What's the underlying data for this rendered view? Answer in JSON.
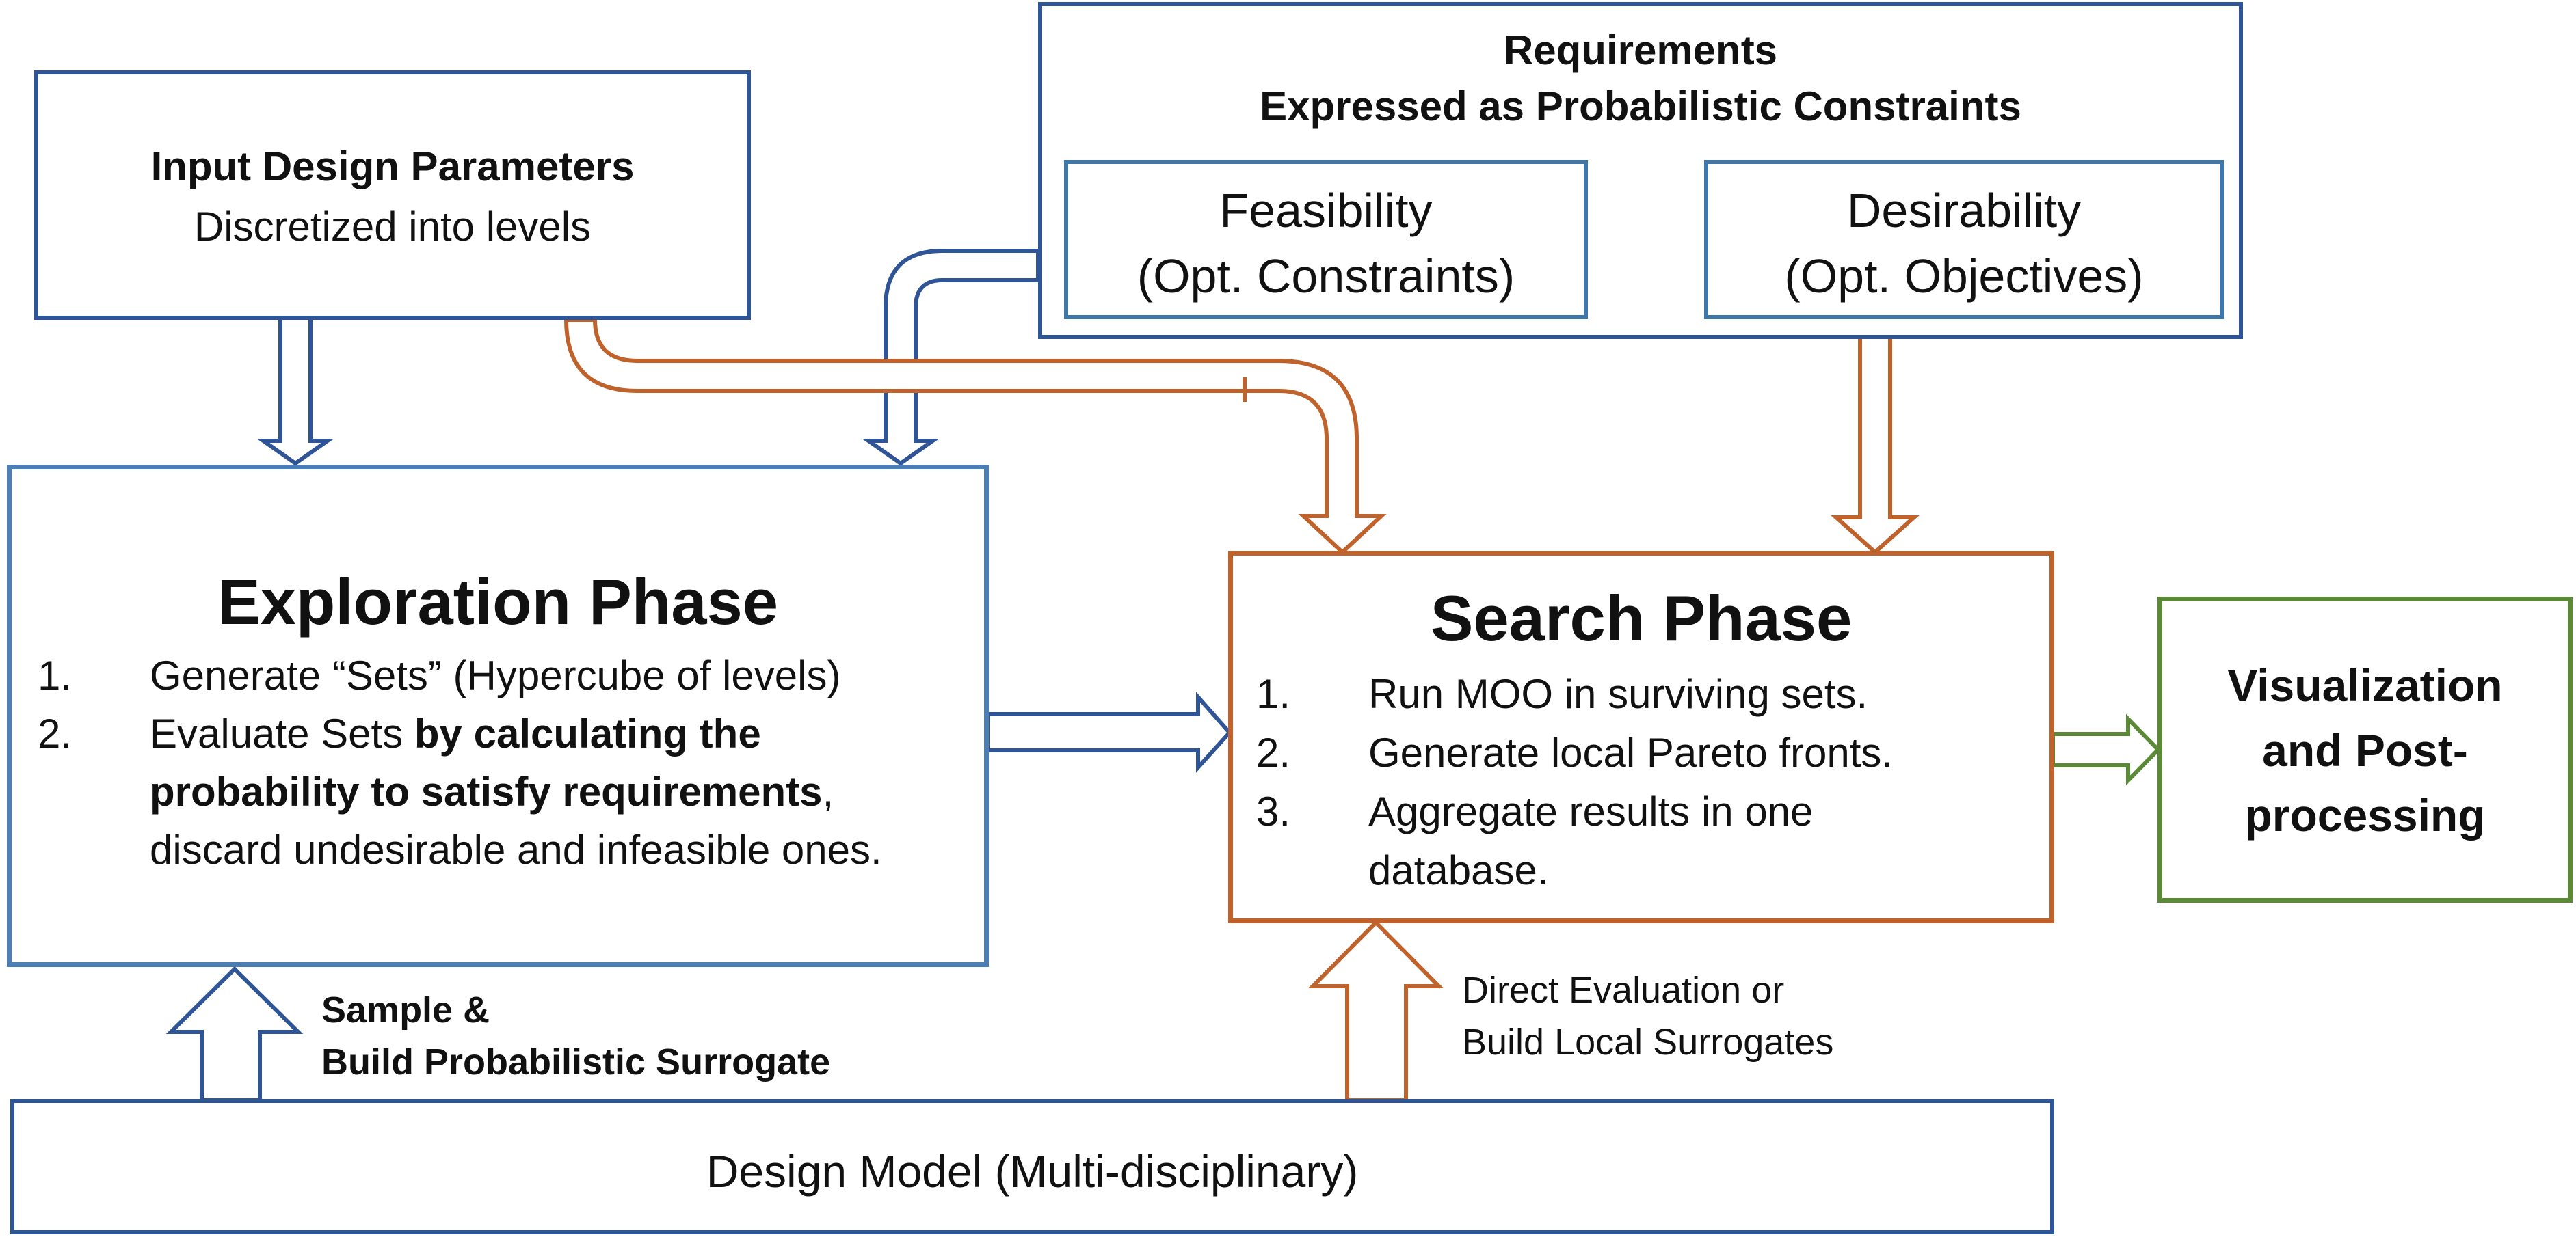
{
  "input_params": {
    "title": "Input Design Parameters",
    "subtitle": "Discretized into levels"
  },
  "requirements": {
    "title": "Requirements",
    "subtitle": "Expressed as Probabilistic Constraints",
    "feasibility": {
      "line1": "Feasibility",
      "line2": "(Opt. Constraints)"
    },
    "desirability": {
      "line1": "Desirability",
      "line2": "(Opt. Objectives)"
    }
  },
  "exploration": {
    "title": "Exploration Phase",
    "items": [
      {
        "num": "1.",
        "text": "Generate “Sets” (Hypercube of levels)"
      },
      {
        "num": "2.",
        "text_a": "Evaluate Sets ",
        "text_bold_a": "by calculating the",
        "text_bold_b": "probability to satisfy requirements",
        "text_b": ",",
        "text_c": "discard undesirable and infeasible ones."
      }
    ]
  },
  "search": {
    "title": "Search Phase",
    "items": [
      {
        "num": "1.",
        "text": "Run MOO in surviving sets."
      },
      {
        "num": "2.",
        "text": "Generate local Pareto fronts."
      },
      {
        "num": "3.",
        "text_a": "Aggregate results in one",
        "text_b": "database."
      }
    ]
  },
  "visualization": {
    "line1": "Visualization",
    "line2": "and Post-",
    "line3": "processing"
  },
  "design_model": {
    "label": "Design Model (Multi-disciplinary)"
  },
  "labels": {
    "sample_line1": "Sample &",
    "sample_line2": "Build Probabilistic Surrogate",
    "direct_line1": "Direct Evaluation or",
    "direct_line2": "Build Local Surrogates"
  },
  "colors": {
    "dark_blue": "#2f5597",
    "medium_blue": "#4a7eb5",
    "orange": "#c0622b",
    "green": "#5a8a35"
  }
}
